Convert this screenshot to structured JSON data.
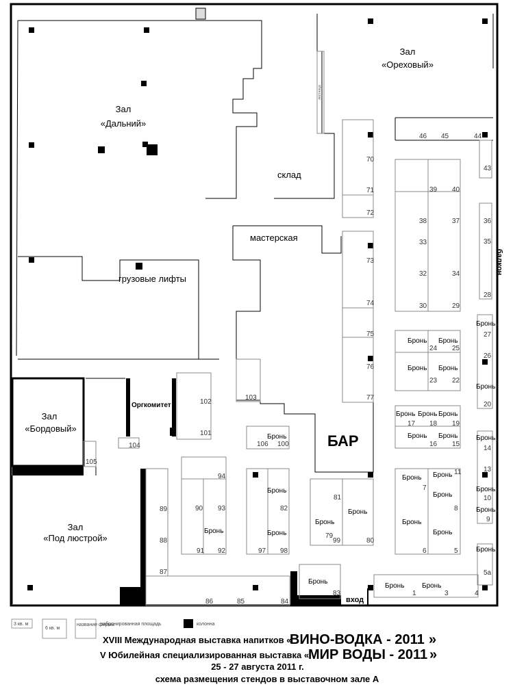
{
  "rooms": {
    "far": [
      "Зал",
      "«Дальний»"
    ],
    "walnut": [
      "Зал",
      "«Ореховый»"
    ],
    "bordeaux": [
      "Зал",
      "«Бордовый»"
    ],
    "chandelier": [
      "Зал",
      "«Под люстрой»"
    ]
  },
  "labels": {
    "storage": "склад",
    "workshop": "мастерская",
    "freight_elevators": "грузовые лифты",
    "orgcommittee": "Оргкомитет",
    "bar": "БАР",
    "entrance": "вход",
    "balcony": "балкон",
    "stairs": "лестница"
  },
  "reserved": "Бронь",
  "stand_numbers": [
    "1",
    "3",
    "4",
    "5",
    "5а",
    "6",
    "7",
    "8",
    "9",
    "10",
    "11",
    "13",
    "14",
    "15",
    "16",
    "17",
    "18",
    "19",
    "20",
    "22",
    "23",
    "24",
    "25",
    "26",
    "27",
    "28",
    "29",
    "30",
    "32",
    "33",
    "34",
    "35",
    "36",
    "37",
    "38",
    "39",
    "40",
    "43",
    "44",
    "45",
    "46",
    "70",
    "71",
    "72",
    "73",
    "74",
    "75",
    "76",
    "77",
    "79",
    "80",
    "81",
    "82",
    "83",
    "84",
    "85",
    "86",
    "87",
    "88",
    "89",
    "90",
    "91",
    "92",
    "93",
    "94",
    "97",
    "98",
    "99",
    "100",
    "101",
    "102",
    "103",
    "104",
    "105",
    "106"
  ],
  "legend": {
    "item1": "3 кв. м",
    "item2": "6 кв. м",
    "item3": "название фирмы",
    "item4": "забронированная площадь",
    "item5": "колонна"
  },
  "footer": {
    "line1_prefix": "XVIII Международная выставка напитков «",
    "line1_big": "ВИНО-ВОДКА - 2011",
    "line1_suffix": "»",
    "line2_prefix": "V Юбилейная специализированная выставка «",
    "line2_big": "МИР ВОДЫ - 2011",
    "line2_suffix": "»",
    "line3": "25 - 27 августа 2011 г.",
    "line4": "схема размещения стендов в выставочном зале А"
  }
}
